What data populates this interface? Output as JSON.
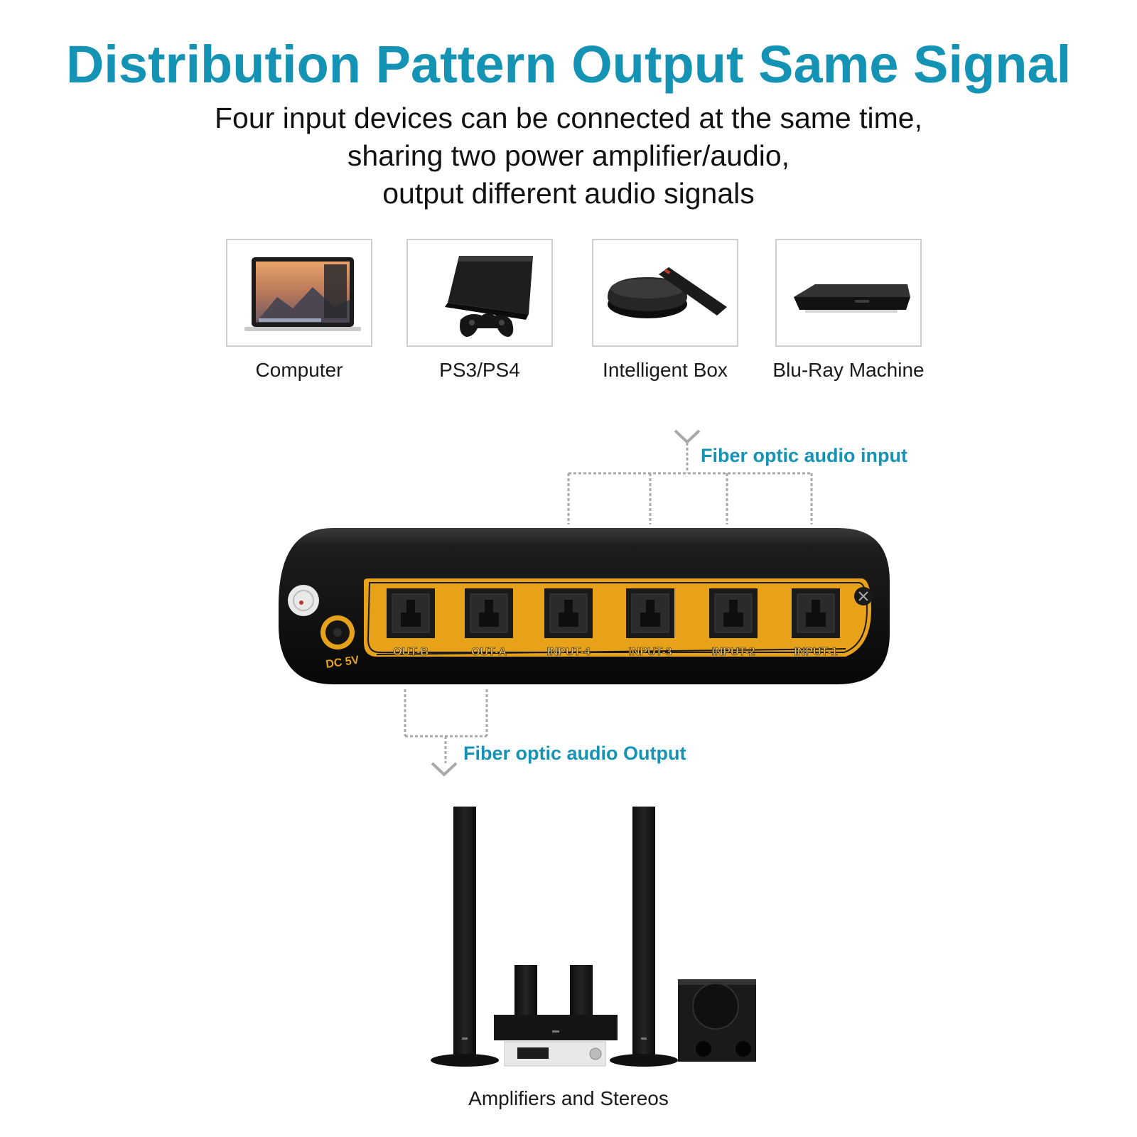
{
  "colors": {
    "accent": "#1593b5",
    "panel_gold": "#e5a21a",
    "device_black": "#141414"
  },
  "header": {
    "title": "Distribution Pattern Output Same Signal",
    "subtitle_lines": [
      "Four input devices can be connected at the same time,",
      "sharing two power amplifier/audio,",
      "output different audio signals"
    ]
  },
  "devices": [
    {
      "label": "Computer",
      "icon": "laptop-icon"
    },
    {
      "label": "PS3/PS4",
      "icon": "game-console-icon"
    },
    {
      "label": "Intelligent Box",
      "icon": "tv-box-icon"
    },
    {
      "label": "Blu-Ray Machine",
      "icon": "blu-ray-player-icon"
    }
  ],
  "callouts": {
    "input": "Fiber optic audio input",
    "output": "Fiber optic audio Output"
  },
  "switch_device": {
    "power_label": "DC 5V",
    "ports": [
      "OUT-B",
      "OUT-A",
      "INPUT-4",
      "INPUT-3",
      "INPUT-2",
      "INPUT-1"
    ]
  },
  "output_devices": {
    "label": "Amplifiers and Stereos",
    "icon": "home-theater-speakers-icon"
  }
}
